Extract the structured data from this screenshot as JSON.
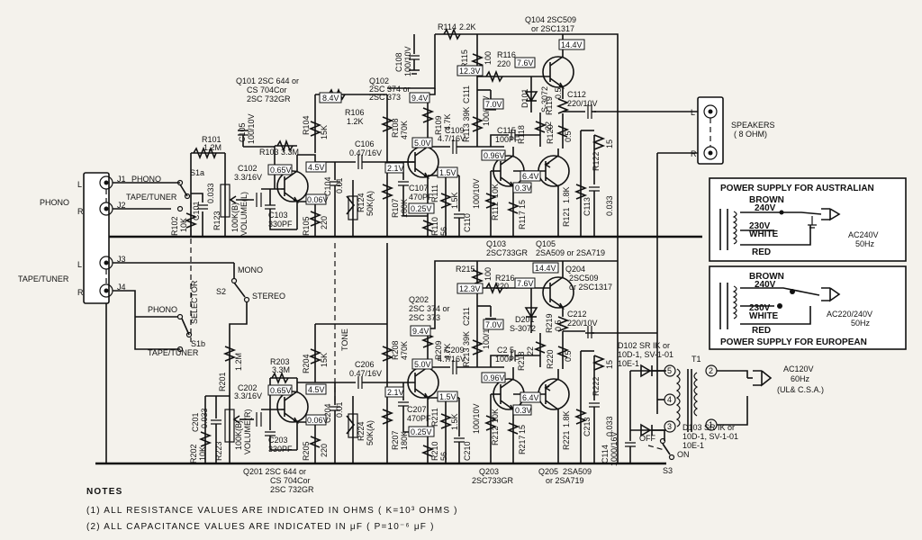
{
  "connectors": {
    "phono": "PHONO",
    "tape_tuner": "TAPE/TUNER",
    "l": "L",
    "r": "R",
    "j1": "J1",
    "j1_phono": "PHONO",
    "j2": "J2",
    "j2_tape": "TAPE/TUNER",
    "j3": "J3",
    "j4": "J4"
  },
  "selector": {
    "s1a": "S1a",
    "s1b": "S1b",
    "label": "SELECTOR",
    "phono": "PHONO",
    "tape_tuner": "TAPE/TUNER"
  },
  "mode": {
    "s2": "S2",
    "mono": "MONO",
    "stereo": "STEREO"
  },
  "tone": "TONE",
  "top_channel": {
    "r101": "R101",
    "r101_val": "1.2M",
    "c101": "C101",
    "c101_val": "0.033",
    "r102": "R102",
    "r102_val": "10K",
    "r123": "R123",
    "vol": "100K(B)",
    "vol_name": "VOLUME(L)",
    "c102": "C102",
    "c102_val": "3.3/16V",
    "r103": "R103 3.3M",
    "c105": "C105",
    "c105_val": "100/10V",
    "r104": "R104",
    "r104_val": "15K",
    "c103": "C103",
    "c103_val": "330PF",
    "r105": "R105",
    "r105_val": "220",
    "q101_a": "Q101 2SC 644 or",
    "q101_b": "CS 704Cor",
    "q101_c": "2SC 732GR",
    "v_84": "8.4V",
    "v_065": "0.65V",
    "v_45": "4.5V",
    "v_006": "0.06V",
    "r106": "R106",
    "r106_val": "1.2K",
    "c106": "C106",
    "c106_val": "0.47/16V",
    "c104": "C104",
    "c104_val": "0.01",
    "r124": "R124",
    "r124_val": "50K(A)",
    "q102_a": "Q102",
    "q102_b": "2SC 374 or",
    "q102_c": "2SC 373",
    "v_94": "9.4V",
    "r108": "R108",
    "r108_val": "470K",
    "r109": "R109",
    "r109_val": "4.7K",
    "v_50": "5.0V",
    "v_21": "2.1V",
    "v_15": "1.5V",
    "c107": "C107",
    "c107_val": "470PF",
    "r107": "R107",
    "r107_val": "180K",
    "v_025": "0.25V",
    "r110": "R110",
    "r110_val": "56",
    "r111": "R111",
    "r111_val": "1.5K",
    "c110": "C110",
    "c110_val": "100/10V",
    "c109": "C109",
    "c109_val": "4.7/16V",
    "c115": "C115",
    "c115_val": "100PF",
    "r113": "R113 39K",
    "c111": "C111",
    "c111_val": "100/10V",
    "r114": "R114",
    "r114_val": "2.2K",
    "c108": "C108",
    "c108_val": "100/10V",
    "r115": "R115",
    "r115_val": "100",
    "v_123": "12.3V",
    "r116": "R116",
    "r116_val": "220",
    "v_76": "7.6V",
    "d101": "D101",
    "d101_val": "S-3072",
    "v_70": "7.0V",
    "q104_a": "Q104 2SC509",
    "q104_b": "or 2SC1317",
    "v_144": "14.4V",
    "r119": "R119",
    "r119_val": "0.5",
    "c112": "C112",
    "c112_val": "220/10V",
    "r118": "R118",
    "r118_val": "22",
    "r120": "R120",
    "r120_val": "0.5",
    "v_096": "0.96V",
    "v_64": "6.4V",
    "v_03": "0.3V",
    "r112": "R112",
    "r112_val": "10K",
    "r117": "R117",
    "r117_val": "15",
    "r121": "R121",
    "r121_val": "1.8K",
    "c113": "C113",
    "c113_val": "0.033",
    "r122": "R122",
    "r122_val": "15",
    "q103": "Q103",
    "q103_val": "2SC733GR",
    "q105": "Q105",
    "q105_val": "2SA509 or 2SA719"
  },
  "bottom_channel": {
    "r215": "R215",
    "r215_val": "100",
    "v_123": "12.3V",
    "r216": "R216",
    "r216_val": "220",
    "v_76": "7.6V",
    "v_144": "14.4V",
    "q204_a": "Q204",
    "q204_b": "2SC509",
    "q204_c": "or 2SC1317",
    "c211": "C211",
    "c211_val": "100/10V",
    "d201": "D201",
    "d201_val": "S-3072",
    "v_70": "7.0V",
    "r219": "R219",
    "r219_val": "0.5",
    "c212": "C212",
    "c212_val": "220/10V",
    "q202_a": "Q202",
    "q202_b": "2SC 374 or",
    "q202_c": "2SC 373",
    "v_94": "9.4V",
    "v_50": "5.0V",
    "r208": "R208",
    "r208_val": "470K",
    "r209": "R209",
    "r209_val": "4.7K",
    "c209": "C209",
    "c209_val": "4.7/16V",
    "c215": "C2 5",
    "c215_val": "100PF",
    "r213": "R213 39K",
    "r218": "R218",
    "r218_val": "22",
    "r220": "R220",
    "r220_val": "0.5",
    "v_096": "0.96V",
    "v_64": "6.4V",
    "v_03": "0.3V",
    "v_15": "1.5V",
    "v_21": "2.1V",
    "v_025": "0.25V",
    "r201": "R201",
    "r201_val": "1.2M",
    "r203": "R203",
    "r203_val": "3.3M",
    "r204": "R204",
    "r204_val": "15K",
    "c202": "C202",
    "c202_val": "3.3/16V",
    "c206": "C206",
    "c206_val": "0.47/16V",
    "v_065": "0.65V",
    "v_45": "4.5V",
    "v_006": "0.06V",
    "c201": "C201",
    "c201_val": "0.033",
    "r202": "R202",
    "r202_val": "10K",
    "r223": "R223",
    "vol": "100K(B)",
    "vol_name": "VOLUME(R)",
    "c203": "C203",
    "c203_val": "330PF",
    "r205": "R205",
    "r205_val": "220",
    "c204": "C204",
    "c204_val": "0.01",
    "r224": "R224",
    "r224_val": "50K(A)",
    "c207": "C207",
    "c207_val": "470PF",
    "r207": "R207",
    "r207_val": "180K",
    "r210": "R210",
    "r210_val": "56",
    "r211": "R211",
    "r211_val": "1.5K",
    "c210": "C210",
    "c210_val": "100/10V",
    "r212": "R212",
    "r212_val": "10K",
    "r217": "R217",
    "r217_val": "15",
    "r221": "R221",
    "r221_val": "1.8K",
    "c213": "C213",
    "c213_val": "0.033",
    "r222": "R222",
    "r222_val": "15",
    "q201_a": "Q201 2SC 644 or",
    "q201_b": "CS 704Cor",
    "q201_c": "2SC 732GR",
    "q203": "Q203",
    "q203_val": "2SC733GR",
    "q205": "Q205",
    "q205_val": "2SA509",
    "q205_alt": "or 2SA719"
  },
  "speakers": {
    "title": "SPEAKERS",
    "impedance": "( 8 OHM)",
    "l": "L",
    "r": "R"
  },
  "power_aus": {
    "title": "POWER SUPPLY FOR AUSTRALIAN",
    "brown": "BROWN",
    "v240": "240V",
    "v230": "230V",
    "white": "WHITE",
    "red": "RED",
    "ac": "AC240V",
    "hz": "50Hz"
  },
  "power_eu": {
    "title": "POWER SUPPLY FOR EUROPEAN",
    "brown": "BROWN",
    "v240": "240V",
    "v230": "230V",
    "white": "WHITE",
    "red": "RED",
    "ac": "AC220/240V",
    "hz": "50Hz"
  },
  "power": {
    "d102_a": "D102 SR IK or",
    "d102_b": "10D-1, SV-1-01",
    "d102_c": "10E-1",
    "d103_a": "D103 SR IK or",
    "d103_b": "10D-1, SV-1-01",
    "d103_c": "10E-1",
    "t1": "T1",
    "c114": "C114",
    "c114_val": "1000/16V",
    "s3": "S3",
    "off": "OFF",
    "on": "ON",
    "ac": "AC120V",
    "hz": "60Hz",
    "cert": "(UL& C.S.A.)",
    "t1_pin5": "5",
    "t1_pin4": "4",
    "t1_pin3": "3",
    "t1_pin2": "2",
    "t1_pin1": "1"
  },
  "notes": {
    "title": "NOTES",
    "n1": "(1)  ALL  RESISTANCE  VALUES  ARE  INDICATED  IN  OHMS ( K=10³ OHMS )",
    "n2": "(2)  ALL  CAPACITANCE  VALUES  ARE  INDICATED  IN  μF ( P=10⁻⁶ μF )"
  }
}
